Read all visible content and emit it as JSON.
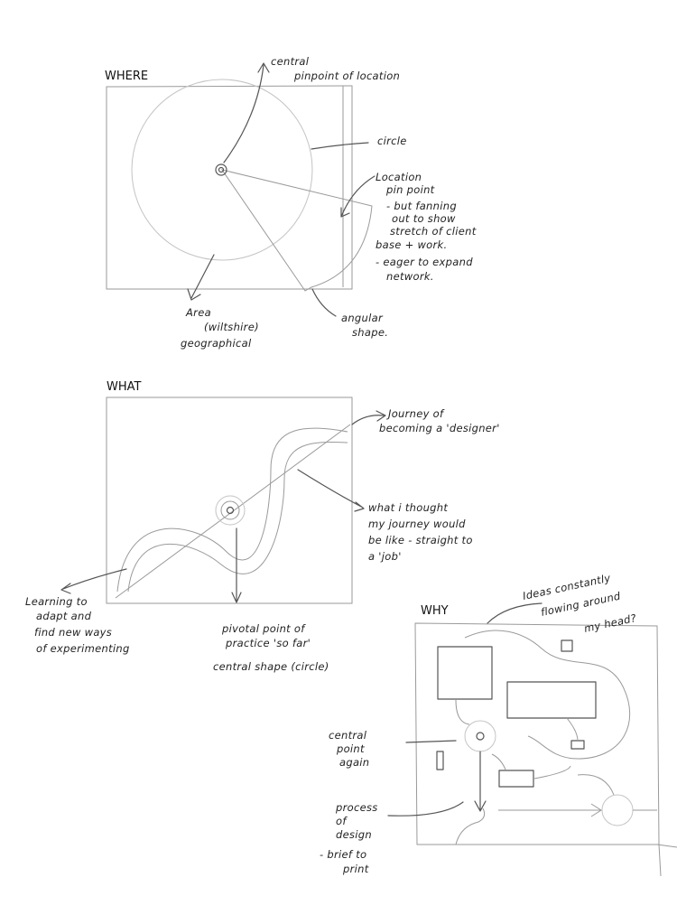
{
  "where": {
    "heading": "WHERE",
    "central_pinpoint": [
      "central",
      "pinpoint of location"
    ],
    "circle_label": "circle",
    "location_pin": [
      "Location",
      "pin point",
      "- but fanning",
      "out to show",
      "stretch of client",
      "base + work.",
      "- eager to expand",
      "network."
    ],
    "angular_shape": [
      "angular",
      "shape."
    ],
    "area": [
      "Area",
      "(wiltshire)",
      "geographical"
    ]
  },
  "what": {
    "heading": "WHAT",
    "journey": [
      "Journey of",
      "becoming a 'designer'"
    ],
    "thought": [
      "what i thought",
      "my journey would",
      "be like - straight to",
      "a 'job'"
    ],
    "learning": [
      "Learning to",
      "adapt and",
      "find new ways",
      "of experimenting"
    ],
    "pivotal": [
      "pivotal point of",
      "practice 'so far'",
      "central shape (circle)"
    ]
  },
  "why": {
    "heading": "WHY",
    "ideas": [
      "Ideas constantly",
      "flowing around",
      "my head?"
    ],
    "central_point": [
      "central",
      "point",
      "again"
    ],
    "process": [
      "process",
      "of",
      "design",
      "- brief to",
      "print"
    ]
  }
}
